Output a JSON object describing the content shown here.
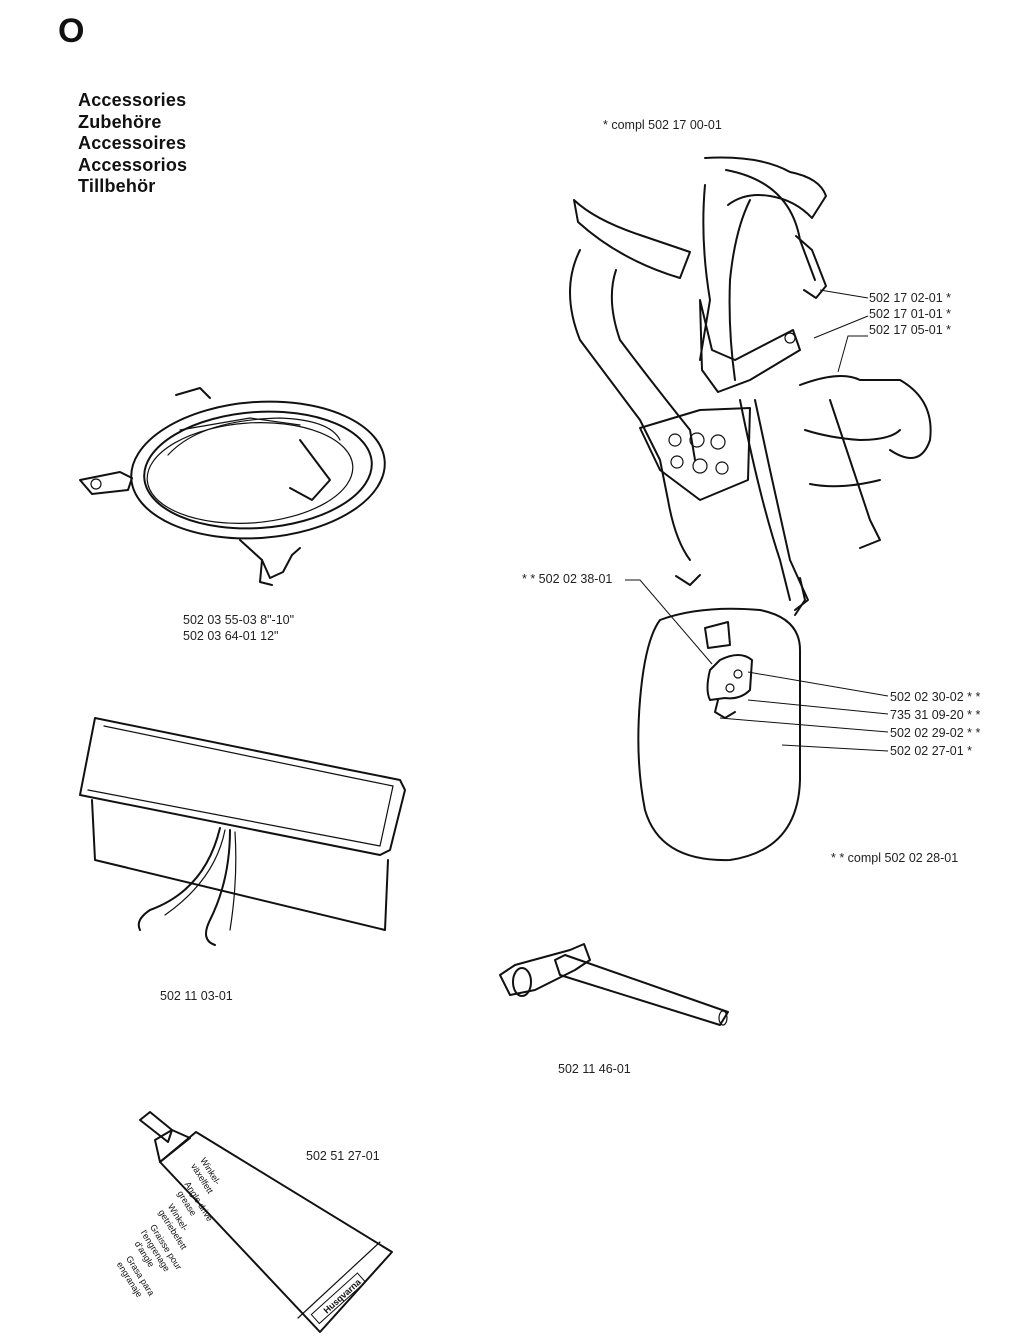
{
  "section": {
    "letter": "O"
  },
  "titles": [
    "Accessories",
    "Zubehöre",
    "Accessoires",
    "Accessorios",
    "Tillbehör"
  ],
  "harness": {
    "compl_note": "*  compl 502 17 00-01",
    "parts": [
      "502 17 02-01  *",
      "502 17 01-01  *",
      "502 17 05-01  *"
    ]
  },
  "hip_pad": {
    "part_left": "* *  502 02 38-01",
    "parts": [
      "502 02 30-02  * *",
      "735 31 09-20  * *",
      "502 02 29-02  * *",
      "502 02 27-01  *"
    ],
    "compl_note": "* *  compl 502 02 28-01"
  },
  "guard_ring": {
    "parts": [
      "502 03 55-03 8\"-10\"",
      "502 03 64-01 12\""
    ]
  },
  "tool_bag": {
    "part": "502 11 03-01"
  },
  "wrench": {
    "part": "502 11 46-01"
  },
  "grease": {
    "part": "502 51 27-01",
    "tube_text": [
      "Winkel-",
      "växelfett",
      "Angle drive",
      "grease",
      "Winkel-",
      "getriebefett",
      "Graisse pour",
      "l'engrenage",
      "d'angle",
      "Grasa para",
      "engranaje"
    ],
    "brand": "Husqvarna"
  }
}
